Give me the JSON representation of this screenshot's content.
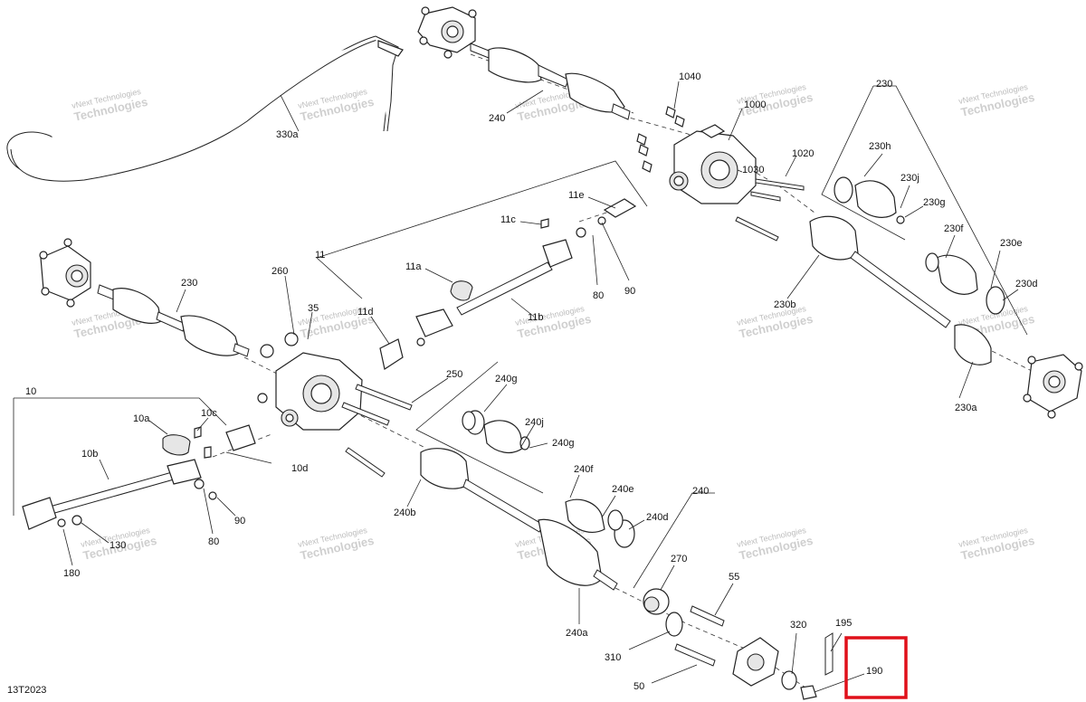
{
  "diagram_code": "13T2023",
  "highlight_color": "#e0101a",
  "watermark": {
    "line1": "vNext Technologies",
    "line2": "Technologies"
  },
  "callouts": {
    "c10": "10",
    "c10a": "10a",
    "c10b": "10b",
    "c10c": "10c",
    "c10d": "10d",
    "c11": "11",
    "c11a": "11a",
    "c11b": "11b",
    "c11c": "11c",
    "c11d": "11d",
    "c11e": "11e",
    "c35": "35",
    "c50": "50",
    "c55": "55",
    "c80a": "80",
    "c80b": "80",
    "c90a": "90",
    "c90b": "90",
    "c130": "130",
    "c180": "180",
    "c190": "190",
    "c195": "195",
    "c230": "230",
    "c230a": "230a",
    "c230b": "230b",
    "c230d": "230d",
    "c230e": "230e",
    "c230f": "230f",
    "c230g": "230g",
    "c230h": "230h",
    "c230j": "230j",
    "c230x": "230",
    "c240": "240",
    "c240a": "240a",
    "c240b": "240b",
    "c240d": "240d",
    "c240e": "240e",
    "c240f": "240f",
    "c240g": "240g",
    "c240g2": "240g",
    "c240j": "240j",
    "c240x": "240",
    "c250": "250",
    "c260": "260",
    "c270": "270",
    "c310": "310",
    "c320": "320",
    "c330a": "330a",
    "c1000": "1000",
    "c1020": "1020",
    "c1030": "1030",
    "c1040": "1040"
  }
}
